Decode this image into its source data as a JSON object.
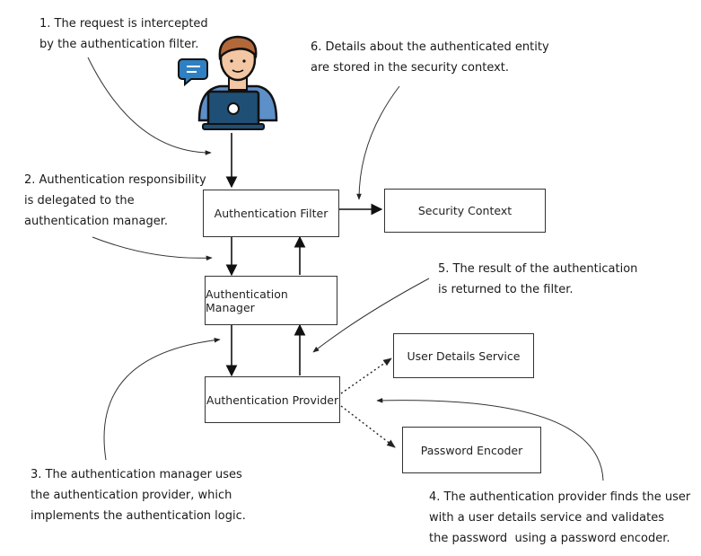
{
  "notes": {
    "step1": "1. The request is intercepted\nby the authentication filter.",
    "step2": "2. Authentication responsibility\nis delegated to the\nauthentication manager.",
    "step3": "3. The authentication manager uses\nthe authentication provider, which\nimplements the authentication logic.",
    "step4": "4. The authentication provider finds the user\nwith a user details service and validates\nthe password  using a password encoder.",
    "step5": "5. The result of the authentication\nis returned to the filter.",
    "step6": "6. Details about the authenticated entity\nare stored in the security context."
  },
  "boxes": {
    "authentication_filter": "Authentication Filter",
    "security_context": "Security Context",
    "authentication_manager": "Authentication Manager",
    "authentication_provider": "Authentication Provider",
    "user_details_service": "User Details Service",
    "password_encoder": "Password Encoder"
  },
  "colors": {
    "skin": "#f3c7a4",
    "hair": "#b3683a",
    "shirt": "#5d8fc9",
    "laptop": "#1f4f75",
    "bubble": "#2f80c2",
    "outline": "#111111"
  },
  "icons": {
    "user": "user-with-laptop-icon",
    "chat": "speech-bubble-icon"
  }
}
